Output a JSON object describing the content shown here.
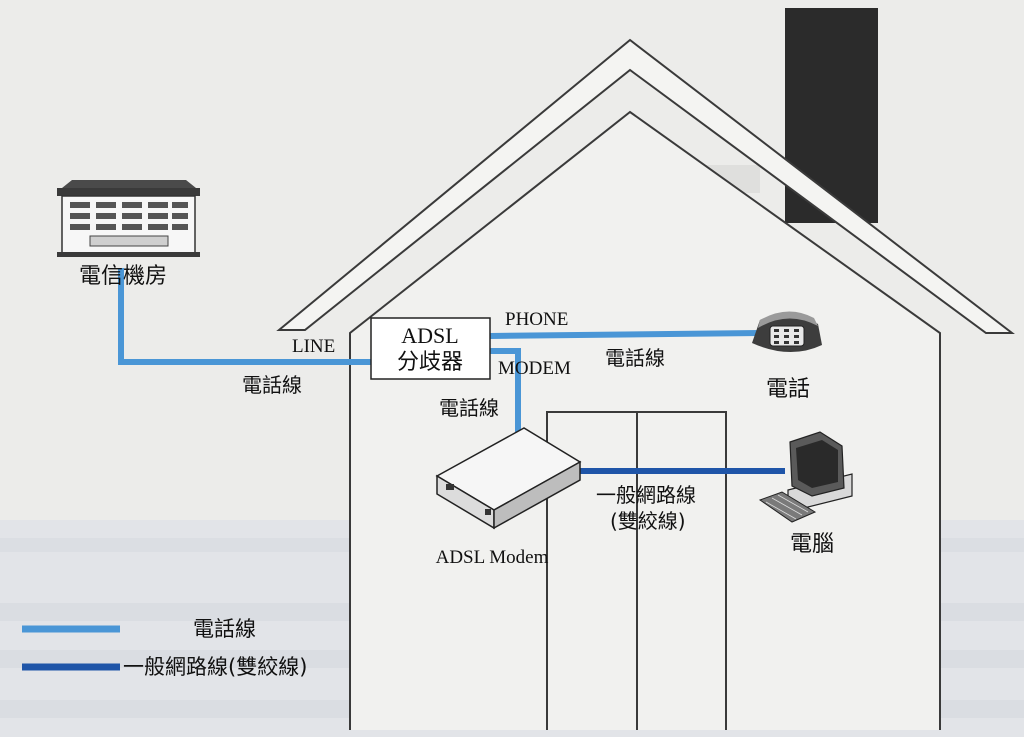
{
  "labels": {
    "exchange": "電信機房",
    "line_port": "LINE",
    "splitter_line1": "ADSL",
    "splitter_line2": "分歧器",
    "phone_port": "PHONE",
    "modem_port": "MODEM",
    "wire_left": "電話線",
    "wire_right": "電話線",
    "wire_down": "電話線",
    "telephone": "電話",
    "network_cable_line1": "一般網路線",
    "network_cable_line2": "(雙絞線)",
    "modem": "ADSL Modem",
    "computer": "電腦"
  },
  "legend": [
    {
      "color": "#4a96d6",
      "label": "電話線"
    },
    {
      "color": "#1f55a8",
      "label": "一般網路線(雙絞線)"
    }
  ],
  "colors": {
    "phone_wire": "#4a96d6",
    "network_wire": "#1f55a8",
    "chimney": "#2b2b2b",
    "outline": "#3a3a3a"
  },
  "icons": {
    "exchange": "office-building-icon",
    "telephone": "telephone-icon",
    "computer": "desktop-computer-icon",
    "modem": "modem-box-icon"
  }
}
